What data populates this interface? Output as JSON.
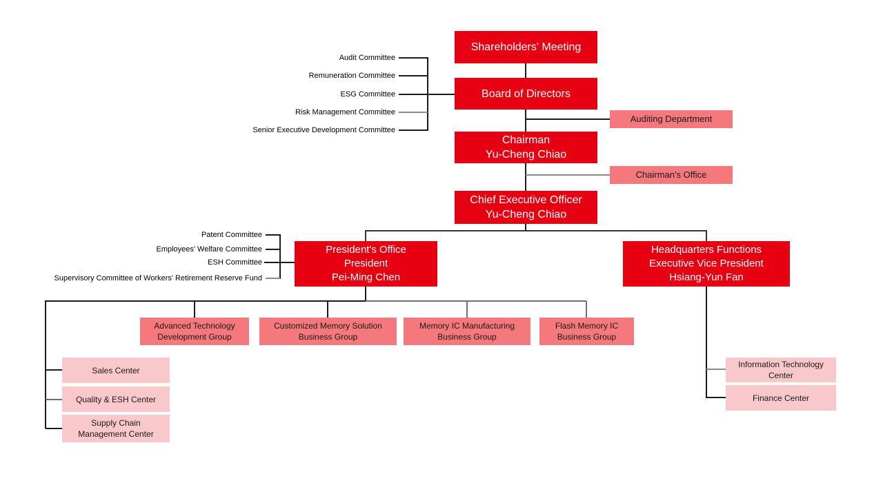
{
  "colors": {
    "primary_red": "#e60012",
    "salmon": "#f4787c",
    "pink": "#f9c8cb",
    "line_dark": "#1a1a1a",
    "line_gray": "#8c8c8c"
  },
  "nodes": {
    "shareholders": {
      "label": "Shareholders' Meeting"
    },
    "board": {
      "label": "Board of Directors"
    },
    "auditing": {
      "label": "Auditing Department"
    },
    "chairman": {
      "lines": [
        "Chairman",
        "Yu-Cheng Chiao"
      ]
    },
    "chairmans_office": {
      "label": "Chairman's Office"
    },
    "ceo": {
      "lines": [
        "Chief Executive Officer",
        "Yu-Cheng Chiao"
      ]
    },
    "presidents_office": {
      "lines": [
        "President's Office",
        "President",
        "Pei-Ming Chen"
      ]
    },
    "headquarters": {
      "lines": [
        "Headquarters Functions",
        "Executive Vice President",
        "Hsiang-Yun Fan"
      ]
    },
    "groups": [
      {
        "lines": [
          "Advanced Technology",
          "Development Group"
        ]
      },
      {
        "lines": [
          "Customized Memory Solution",
          "Business Group"
        ]
      },
      {
        "lines": [
          "Memory IC Manufacturing",
          "Business Group"
        ]
      },
      {
        "lines": [
          "Flash Memory IC",
          "Business Group"
        ]
      }
    ],
    "left_centers": [
      {
        "label": "Sales Center"
      },
      {
        "label": "Quality & ESH Center"
      },
      {
        "lines": [
          "Supply Chain",
          "Management Center"
        ]
      }
    ],
    "right_centers": [
      {
        "lines": [
          "Information Technology",
          "Center"
        ]
      },
      {
        "label": "Finance Center"
      }
    ]
  },
  "board_committees": [
    {
      "label": "Audit Committee"
    },
    {
      "label": "Remuneration Committee"
    },
    {
      "label": "ESG Committee"
    },
    {
      "label": "Risk Management Committee"
    },
    {
      "label": "Senior Executive Development Committee"
    }
  ],
  "president_committees": [
    {
      "label": "Patent Committee"
    },
    {
      "label": "Employees' Welfare Committee"
    },
    {
      "label": "ESH Committee"
    },
    {
      "label": "Supervisory Committee of Workers' Retirement Reserve Fund"
    }
  ]
}
